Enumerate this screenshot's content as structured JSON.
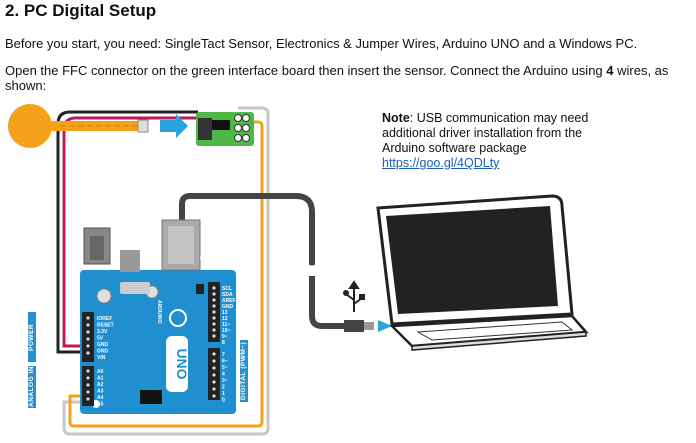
{
  "heading": "2.  PC Digital Setup",
  "intro": "Before you start, you need: SingleTact Sensor, Electronics & Jumper Wires, Arduino UNO and a Windows PC.",
  "instruction_pre": "Open the FFC connector on the green interface board then insert the sensor.  Connect the Arduino using ",
  "instruction_bold": "4",
  "instruction_post": " wires, as shown:",
  "note": {
    "label": "Note",
    "text": ": USB communication may need additional driver installation from the Arduino software package",
    "link": "https://goo.gl/4QDLty"
  },
  "board": {
    "brand": "ARDUINO",
    "model": "UNO",
    "power_side_label": "POWER",
    "analog_side_label": "ANALOG IN",
    "digital_side_label": "DIGITAL (PWM~)",
    "power_pins": [
      "IOREF",
      "RESET",
      "3.3V",
      "5V",
      "GND",
      "GND",
      "VIN"
    ],
    "analog_pins": [
      "A0",
      "A1",
      "A2",
      "A3",
      "A4",
      "A5"
    ],
    "top_header_pins": [
      "SCL",
      "SDA",
      "AREF",
      "GND",
      "13",
      "12",
      "11~",
      "10~",
      "9~",
      "8"
    ],
    "digital_pins": [
      "7",
      "6~",
      "5~",
      "4",
      "3~",
      "2",
      "1",
      "0"
    ]
  },
  "colors": {
    "board_blue": "#1f8fd0",
    "sensor_orange": "#f4a21b",
    "interface_green": "#4db848",
    "arrow_blue": "#2aa3dc",
    "wire_pink": "#c2185b",
    "wire_black": "#222222",
    "wire_orange": "#f4a21b",
    "wire_gray": "#bbbbbb"
  }
}
